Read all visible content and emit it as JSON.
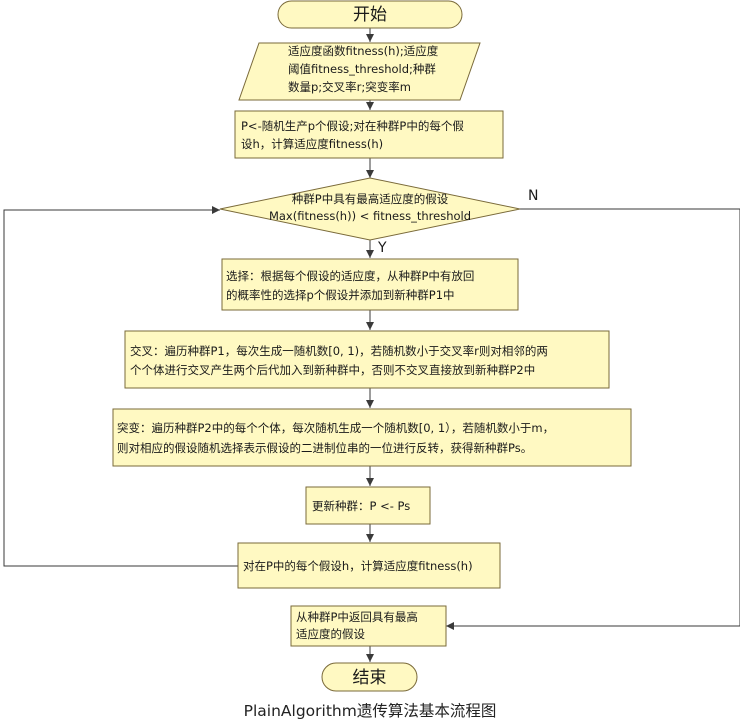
{
  "start": "开始",
  "input": [
    "适应度函数fitness(h);适应度",
    "阈值fitness_threshold;种群",
    "数量p;交叉率r;突变率m"
  ],
  "init": [
    "P<-随机生产p个假设;对在种群P中的每个假",
    "设h，计算适应度fitness(h)"
  ],
  "decision": [
    "种群P中具有最高适应度的假设",
    "Max(fitness(h))  < fitness_threshold"
  ],
  "yes_label": "Y",
  "no_label": "N",
  "select": [
    "选择：根据每个假设的适应度，从种群P中有放回",
    "的概率性的选择p个假设并添加到新种群P1中"
  ],
  "crossover": [
    "交叉：遍历种群P1，每次生成一随机数[0, 1)，若随机数小于交叉率r则对相邻的两",
    "个个体进行交叉产生两个后代加入到新种群中，否则不交叉直接放到新种群P2中"
  ],
  "mutate": [
    "突变：遍历种群P2中的每个个体，每次随机生成一个随机数[0, 1），若随机数小于m，",
    "则对相应的假设随机选择表示假设的二进制位串的一位进行反转，获得新种群Ps。"
  ],
  "update": "更新种群：P <- Ps",
  "eval": "对在P中的每个假设h，计算适应度fitness(h)",
  "return": [
    "从种群P中返回具有最高",
    "适应度的假设"
  ],
  "end": "结束",
  "caption": "PlainAlgorithm遗传算法基本流程图"
}
